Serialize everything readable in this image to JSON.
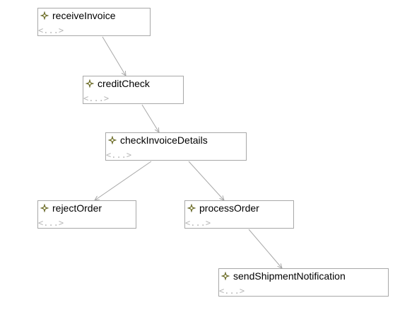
{
  "diagram": {
    "nodes": [
      {
        "id": "receiveInvoice",
        "label": "receiveInvoice",
        "detail": "<...>",
        "icon": "gear-icon"
      },
      {
        "id": "creditCheck",
        "label": "creditCheck",
        "detail": "<...>",
        "icon": "gear-icon"
      },
      {
        "id": "checkInvoiceDetails",
        "label": "checkInvoiceDetails",
        "detail": "<...>",
        "icon": "gear-icon"
      },
      {
        "id": "rejectOrder",
        "label": "rejectOrder",
        "detail": "<...>",
        "icon": "gear-icon"
      },
      {
        "id": "processOrder",
        "label": "processOrder",
        "detail": "<...>",
        "icon": "gear-icon"
      },
      {
        "id": "sendShipmentNotification",
        "label": "sendShipmentNotification",
        "detail": "<...>",
        "icon": "gear-icon"
      }
    ],
    "edges": [
      {
        "from": "receiveInvoice",
        "to": "creditCheck"
      },
      {
        "from": "creditCheck",
        "to": "checkInvoiceDetails"
      },
      {
        "from": "checkInvoiceDetails",
        "to": "rejectOrder"
      },
      {
        "from": "checkInvoiceDetails",
        "to": "processOrder"
      },
      {
        "from": "processOrder",
        "to": "sendShipmentNotification"
      }
    ],
    "colors": {
      "border": "#a8a8a8",
      "edge": "#a8a8a8",
      "icon_fill": "#8b8b3a",
      "icon_stroke": "#5a5a20",
      "detail_text": "#b8b8b8"
    }
  }
}
